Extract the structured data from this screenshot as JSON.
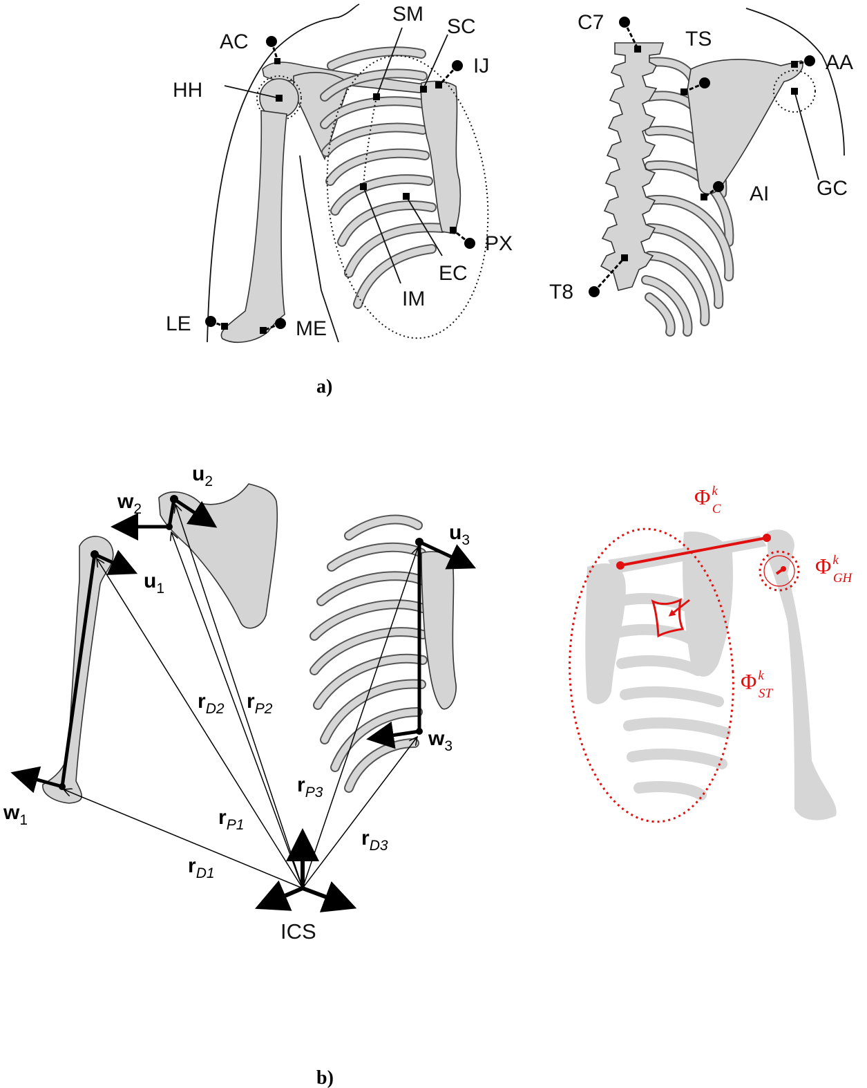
{
  "panel_a": {
    "caption": "a)",
    "anterior_labels": {
      "ac": "AC",
      "hh": "HH",
      "sm": "SM",
      "sc": "SC",
      "ij": "IJ",
      "le": "LE",
      "me": "ME",
      "im": "IM",
      "ec": "EC",
      "px": "PX"
    },
    "posterior_labels": {
      "c7": "C7",
      "ts": "TS",
      "aa": "AA",
      "ai": "AI",
      "gc": "GC",
      "t8": "T8"
    }
  },
  "panel_b": {
    "caption": "b)",
    "frames": {
      "u": "u",
      "w": "w",
      "index_1": "1",
      "index_2": "2",
      "index_3": "3"
    },
    "position_vectors": {
      "r": "r",
      "d1": "D1",
      "p1": "P1",
      "d2": "D2",
      "p2": "P2",
      "d3": "D3",
      "p3": "P3"
    },
    "origin_label": "ICS",
    "constraints": {
      "phi": "Φ",
      "superscript": "k",
      "clavicle_sub": "C",
      "glenohumeral_sub": "GH",
      "scapulothoracic_sub": "ST"
    },
    "accent_color": "#e01010"
  }
}
